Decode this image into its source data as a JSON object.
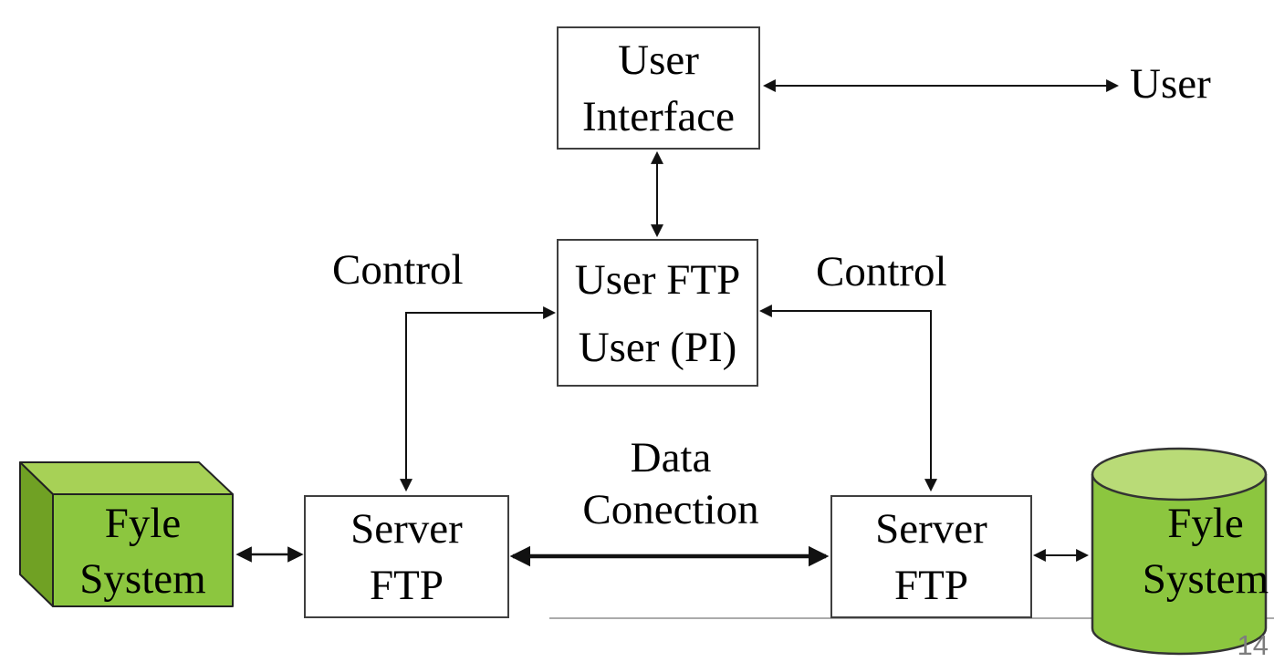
{
  "nodes": {
    "user_interface": {
      "lines": [
        "User",
        "Interface"
      ]
    },
    "user_ftp": {
      "lines": [
        "User FTP",
        "User (PI)"
      ]
    },
    "server_ftp_left": {
      "lines": [
        "Server",
        "FTP"
      ]
    },
    "server_ftp_right": {
      "lines": [
        "Server",
        "FTP"
      ]
    },
    "file_system_left": {
      "lines": [
        "Fyle",
        "System"
      ]
    },
    "file_system_right": {
      "lines": [
        "Fyle",
        "System"
      ]
    }
  },
  "labels": {
    "user": "User",
    "control_left": "Control",
    "control_right": "Control",
    "data_connection": [
      "Data",
      "Conection"
    ]
  },
  "page_number": "14",
  "colors": {
    "shape_front_green": "#8cc63f",
    "shape_top_green": "#a7d156",
    "shape_cylinder_top_green": "#b9db77",
    "shape_side_green": "#70a124",
    "shape_outline": "#222222",
    "box_border": "#3f3f3f",
    "arrow_black": "#111111",
    "divider_gray": "#ababab",
    "page_number_gray": "#7d7d7d"
  }
}
